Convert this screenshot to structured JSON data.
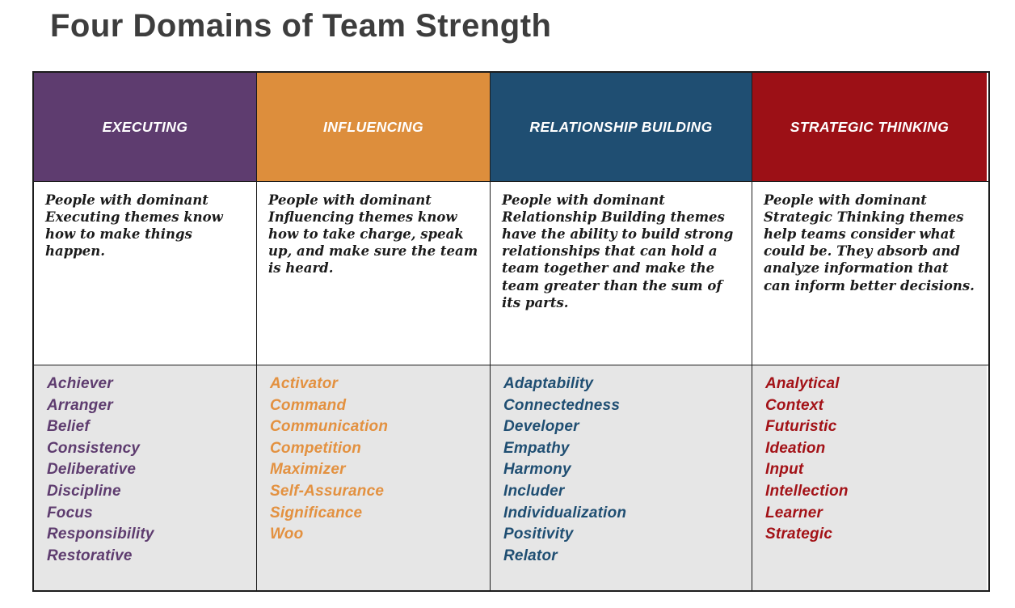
{
  "page": {
    "title": "Four Domains of Team Strength"
  },
  "table": {
    "border_color": "#1c1c1c",
    "themes_row_bg": "#e6e6e6",
    "columns": [
      {
        "label": "EXECUTING",
        "header_bg": "#5e3c6f",
        "theme_color": "#5e3c6f",
        "description": "People with dominant Executing themes know how to make things happen.",
        "themes": [
          "Achiever",
          "Arranger",
          "Belief",
          "Consistency",
          "Deliberative",
          "Discipline",
          "Focus",
          "Responsibility",
          "Restorative"
        ]
      },
      {
        "label": "INFLUENCING",
        "header_bg": "#dd8e3c",
        "theme_color": "#e39140",
        "description": "People with dominant Influencing themes know how to take charge, speak up, and make sure the team is heard.",
        "themes": [
          "Activator",
          "Command",
          "Communication",
          "Competition",
          "Maximizer",
          "Self-Assurance",
          "Significance",
          "Woo"
        ]
      },
      {
        "label": "RELATIONSHIP BUILDING",
        "header_bg": "#1f4e72",
        "theme_color": "#1f4e72",
        "description": "People with dominant Relationship Building themes have the ability to build strong relationships that can hold a team together and make the team greater than the sum of its parts.",
        "themes": [
          "Adaptability",
          "Connectedness",
          "Developer",
          "Empathy",
          "Harmony",
          "Includer",
          "Individualization",
          "Positivity",
          "Relator"
        ]
      },
      {
        "label": "STRATEGIC THINKING",
        "header_bg": "#9c1016",
        "theme_color": "#a31217",
        "description": "People with dominant Strategic Thinking themes help teams consider what could be. They absorb and analyze information that can inform better decisions.",
        "themes": [
          "Analytical",
          "Context",
          "Futuristic",
          "Ideation",
          "Input",
          "Intellection",
          "Learner",
          "Strategic"
        ]
      }
    ]
  }
}
